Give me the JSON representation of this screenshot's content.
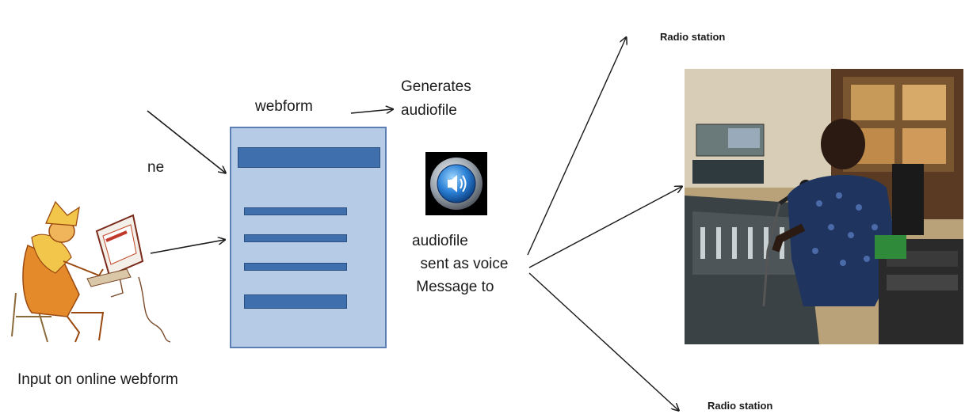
{
  "labels": {
    "webform": "webform",
    "generates": "Generates\naudiofile",
    "ne": "ne",
    "audiofile_message": "audiofile\n  sent as voice\n Message to",
    "input_caption": "Input on online webform",
    "radio_top": "Radio station",
    "radio_bottom": "Radio station"
  },
  "icons": {
    "speaker": "speaker-icon",
    "person": "person-at-computer-illustration",
    "photo": "radio-station-photo"
  },
  "colors": {
    "form_fill": "#b6cbe6",
    "form_bar": "#3f6fad",
    "arrow": "#1a1a1a",
    "sketch_orange": "#e58a2b",
    "sketch_yellow": "#f2c64a"
  }
}
